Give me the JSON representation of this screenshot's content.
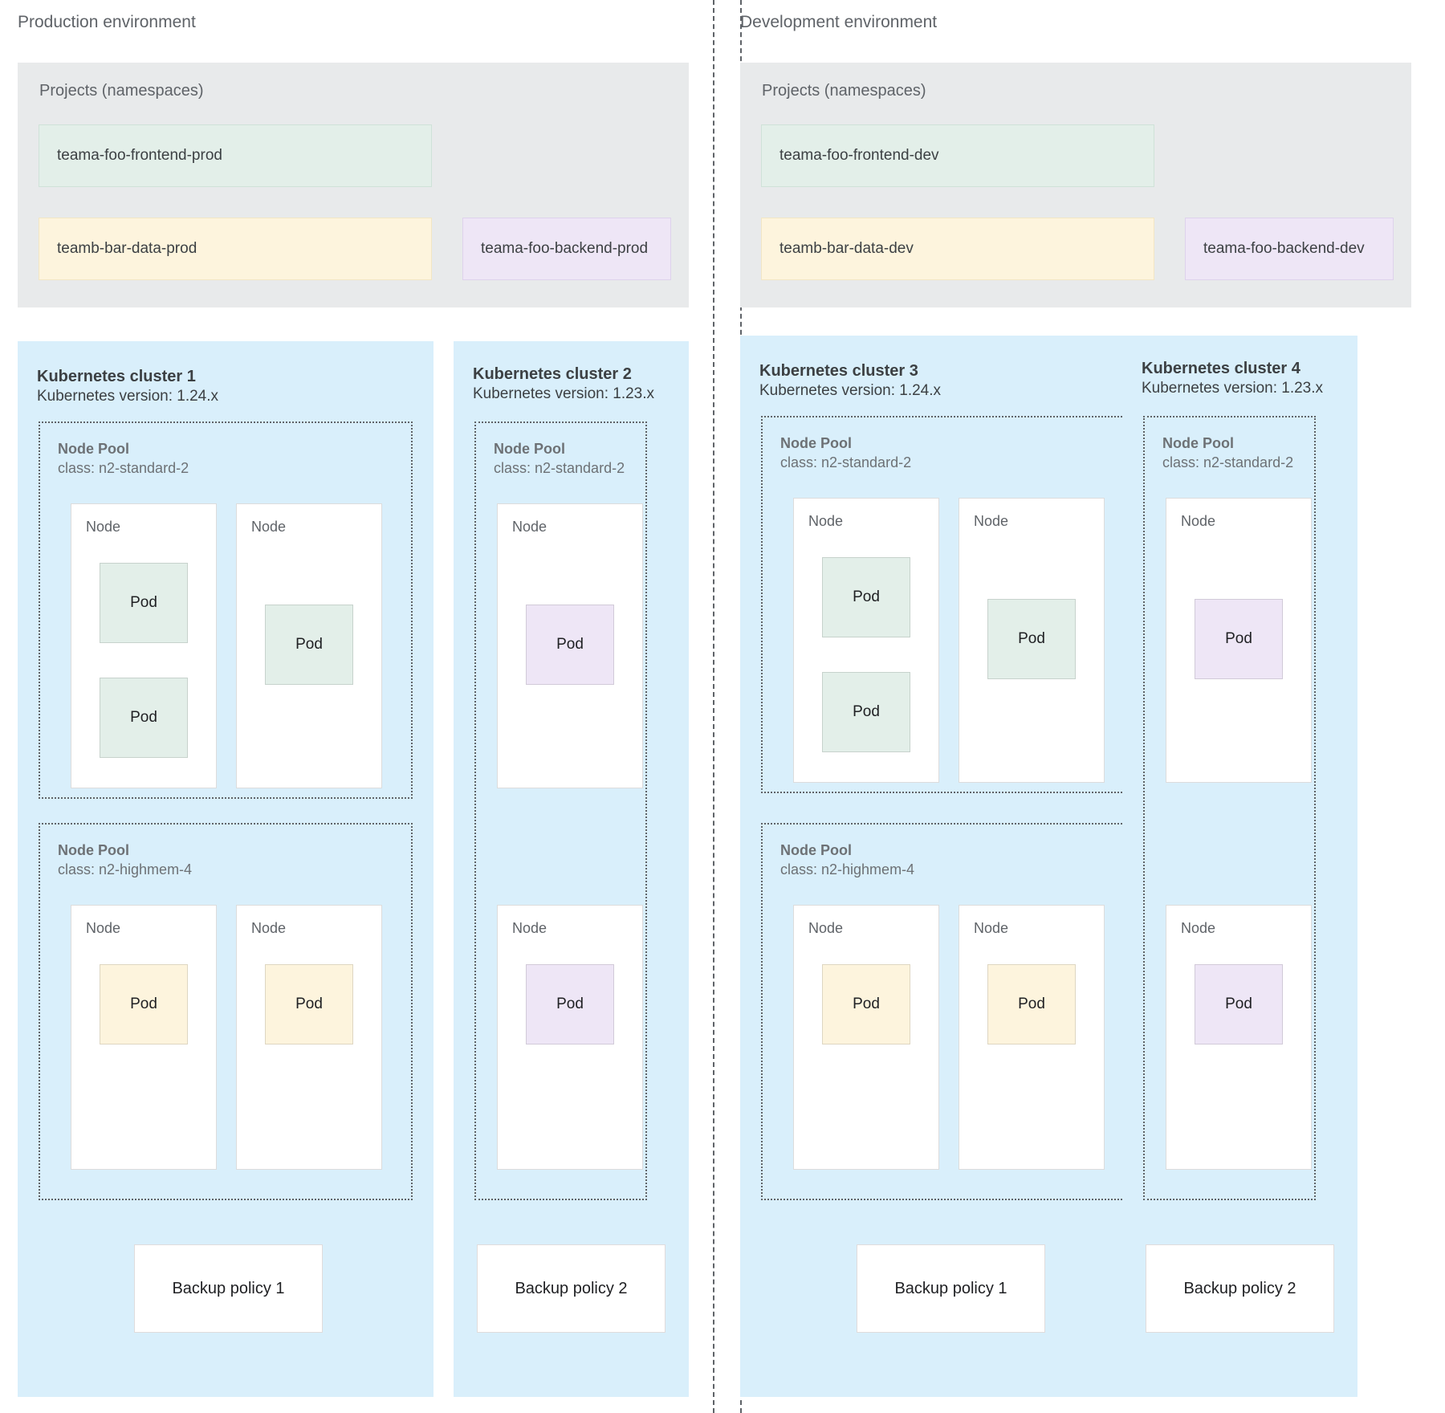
{
  "environments": [
    {
      "title": "Production environment",
      "projects": {
        "label": "Projects (namespaces)",
        "namespaces": [
          {
            "name": "teama-foo-frontend-prod",
            "color": "green",
            "width": "wide"
          },
          {
            "name": "teamb-bar-data-prod",
            "color": "yellow",
            "width": "wide"
          },
          {
            "name": "teama-foo-backend-prod",
            "color": "purple",
            "width": "narrow"
          }
        ]
      },
      "clusters": [
        {
          "title": "Kubernetes cluster 1",
          "version": "Kubernetes version: 1.24.x",
          "nodepools": [
            {
              "title": "Node Pool",
              "class": "class: n2-standard-2",
              "nodes": [
                {
                  "label": "Node",
                  "pods": [
                    {
                      "label": "Pod",
                      "color": "green"
                    },
                    {
                      "label": "Pod",
                      "color": "green"
                    }
                  ]
                },
                {
                  "label": "Node",
                  "pods": [
                    {
                      "label": "Pod",
                      "color": "green"
                    }
                  ]
                }
              ]
            },
            {
              "title": "Node Pool",
              "class": "class: n2-highmem-4",
              "nodes": [
                {
                  "label": "Node",
                  "pods": [
                    {
                      "label": "Pod",
                      "color": "yellow"
                    }
                  ]
                },
                {
                  "label": "Node",
                  "pods": [
                    {
                      "label": "Pod",
                      "color": "yellow"
                    }
                  ]
                }
              ]
            }
          ],
          "backup": "Backup policy 1"
        },
        {
          "title": "Kubernetes cluster 2",
          "version": "Kubernetes version: 1.23.x",
          "nodepools": [
            {
              "title": "Node Pool",
              "class": "class: n2-standard-2",
              "nodes": [
                {
                  "label": "Node",
                  "pods": [
                    {
                      "label": "Pod",
                      "color": "purple"
                    }
                  ]
                },
                {
                  "label": "Node",
                  "pods": [
                    {
                      "label": "Pod",
                      "color": "purple"
                    }
                  ]
                }
              ]
            }
          ],
          "backup": "Backup policy 2"
        }
      ]
    },
    {
      "title": "Development environment",
      "projects": {
        "label": "Projects (namespaces)",
        "namespaces": [
          {
            "name": "teama-foo-frontend-dev",
            "color": "green",
            "width": "wide"
          },
          {
            "name": "teamb-bar-data-dev",
            "color": "yellow",
            "width": "wide"
          },
          {
            "name": "teama-foo-backend-dev",
            "color": "purple",
            "width": "narrow"
          }
        ]
      },
      "clusters": [
        {
          "title": "Kubernetes cluster 3",
          "version": "Kubernetes version: 1.24.x",
          "nodepools": [
            {
              "title": "Node Pool",
              "class": "class: n2-standard-2",
              "nodes": [
                {
                  "label": "Node",
                  "pods": [
                    {
                      "label": "Pod",
                      "color": "green"
                    },
                    {
                      "label": "Pod",
                      "color": "green"
                    }
                  ]
                },
                {
                  "label": "Node",
                  "pods": [
                    {
                      "label": "Pod",
                      "color": "green"
                    }
                  ]
                }
              ]
            },
            {
              "title": "Node Pool",
              "class": "class: n2-highmem-4",
              "nodes": [
                {
                  "label": "Node",
                  "pods": [
                    {
                      "label": "Pod",
                      "color": "yellow"
                    }
                  ]
                },
                {
                  "label": "Node",
                  "pods": [
                    {
                      "label": "Pod",
                      "color": "yellow"
                    }
                  ]
                }
              ]
            }
          ],
          "backup": "Backup policy 1"
        },
        {
          "title": "Kubernetes cluster 4",
          "version": "Kubernetes version: 1.23.x",
          "nodepools": [
            {
              "title": "Node Pool",
              "class": "class: n2-standard-2",
              "nodes": [
                {
                  "label": "Node",
                  "pods": [
                    {
                      "label": "Pod",
                      "color": "purple"
                    }
                  ]
                },
                {
                  "label": "Node",
                  "pods": [
                    {
                      "label": "Pod",
                      "color": "purple"
                    }
                  ]
                }
              ]
            }
          ],
          "backup": "Backup policy 2"
        }
      ]
    }
  ],
  "palette": {
    "cluster_bg": "#d9effb",
    "panel_bg": "#e8eaeb",
    "green": "#e3efe9",
    "yellow": "#fdf4dd",
    "purple": "#eee6f6",
    "divider": "#5f6368"
  }
}
